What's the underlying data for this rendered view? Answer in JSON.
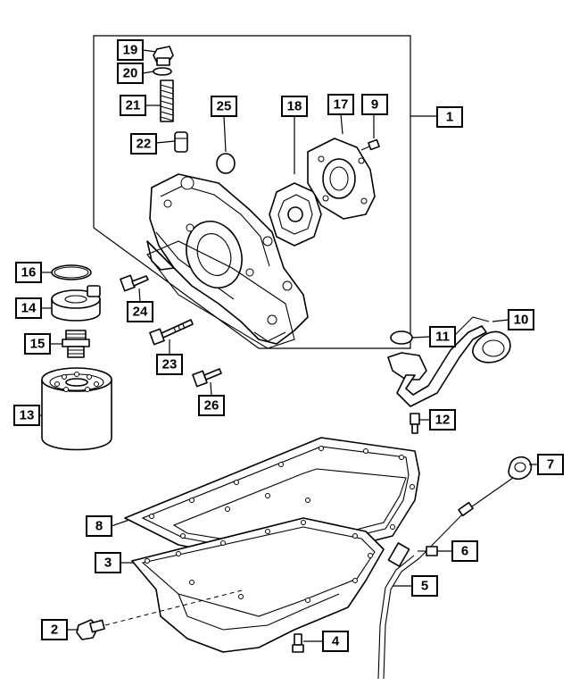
{
  "callouts": [
    {
      "id": "1",
      "label": "1"
    },
    {
      "id": "2",
      "label": "2"
    },
    {
      "id": "3",
      "label": "3"
    },
    {
      "id": "4",
      "label": "4"
    },
    {
      "id": "5",
      "label": "5"
    },
    {
      "id": "6",
      "label": "6"
    },
    {
      "id": "7",
      "label": "7"
    },
    {
      "id": "8",
      "label": "8"
    },
    {
      "id": "9",
      "label": "9"
    },
    {
      "id": "10",
      "label": "10"
    },
    {
      "id": "11",
      "label": "11"
    },
    {
      "id": "12",
      "label": "12"
    },
    {
      "id": "13",
      "label": "13"
    },
    {
      "id": "14",
      "label": "14"
    },
    {
      "id": "15",
      "label": "15"
    },
    {
      "id": "16",
      "label": "16"
    },
    {
      "id": "17",
      "label": "17"
    },
    {
      "id": "18",
      "label": "18"
    },
    {
      "id": "19",
      "label": "19"
    },
    {
      "id": "20",
      "label": "20"
    },
    {
      "id": "21",
      "label": "21"
    },
    {
      "id": "22",
      "label": "22"
    },
    {
      "id": "23",
      "label": "23"
    },
    {
      "id": "24",
      "label": "24"
    },
    {
      "id": "25",
      "label": "25"
    },
    {
      "id": "26",
      "label": "26"
    }
  ]
}
